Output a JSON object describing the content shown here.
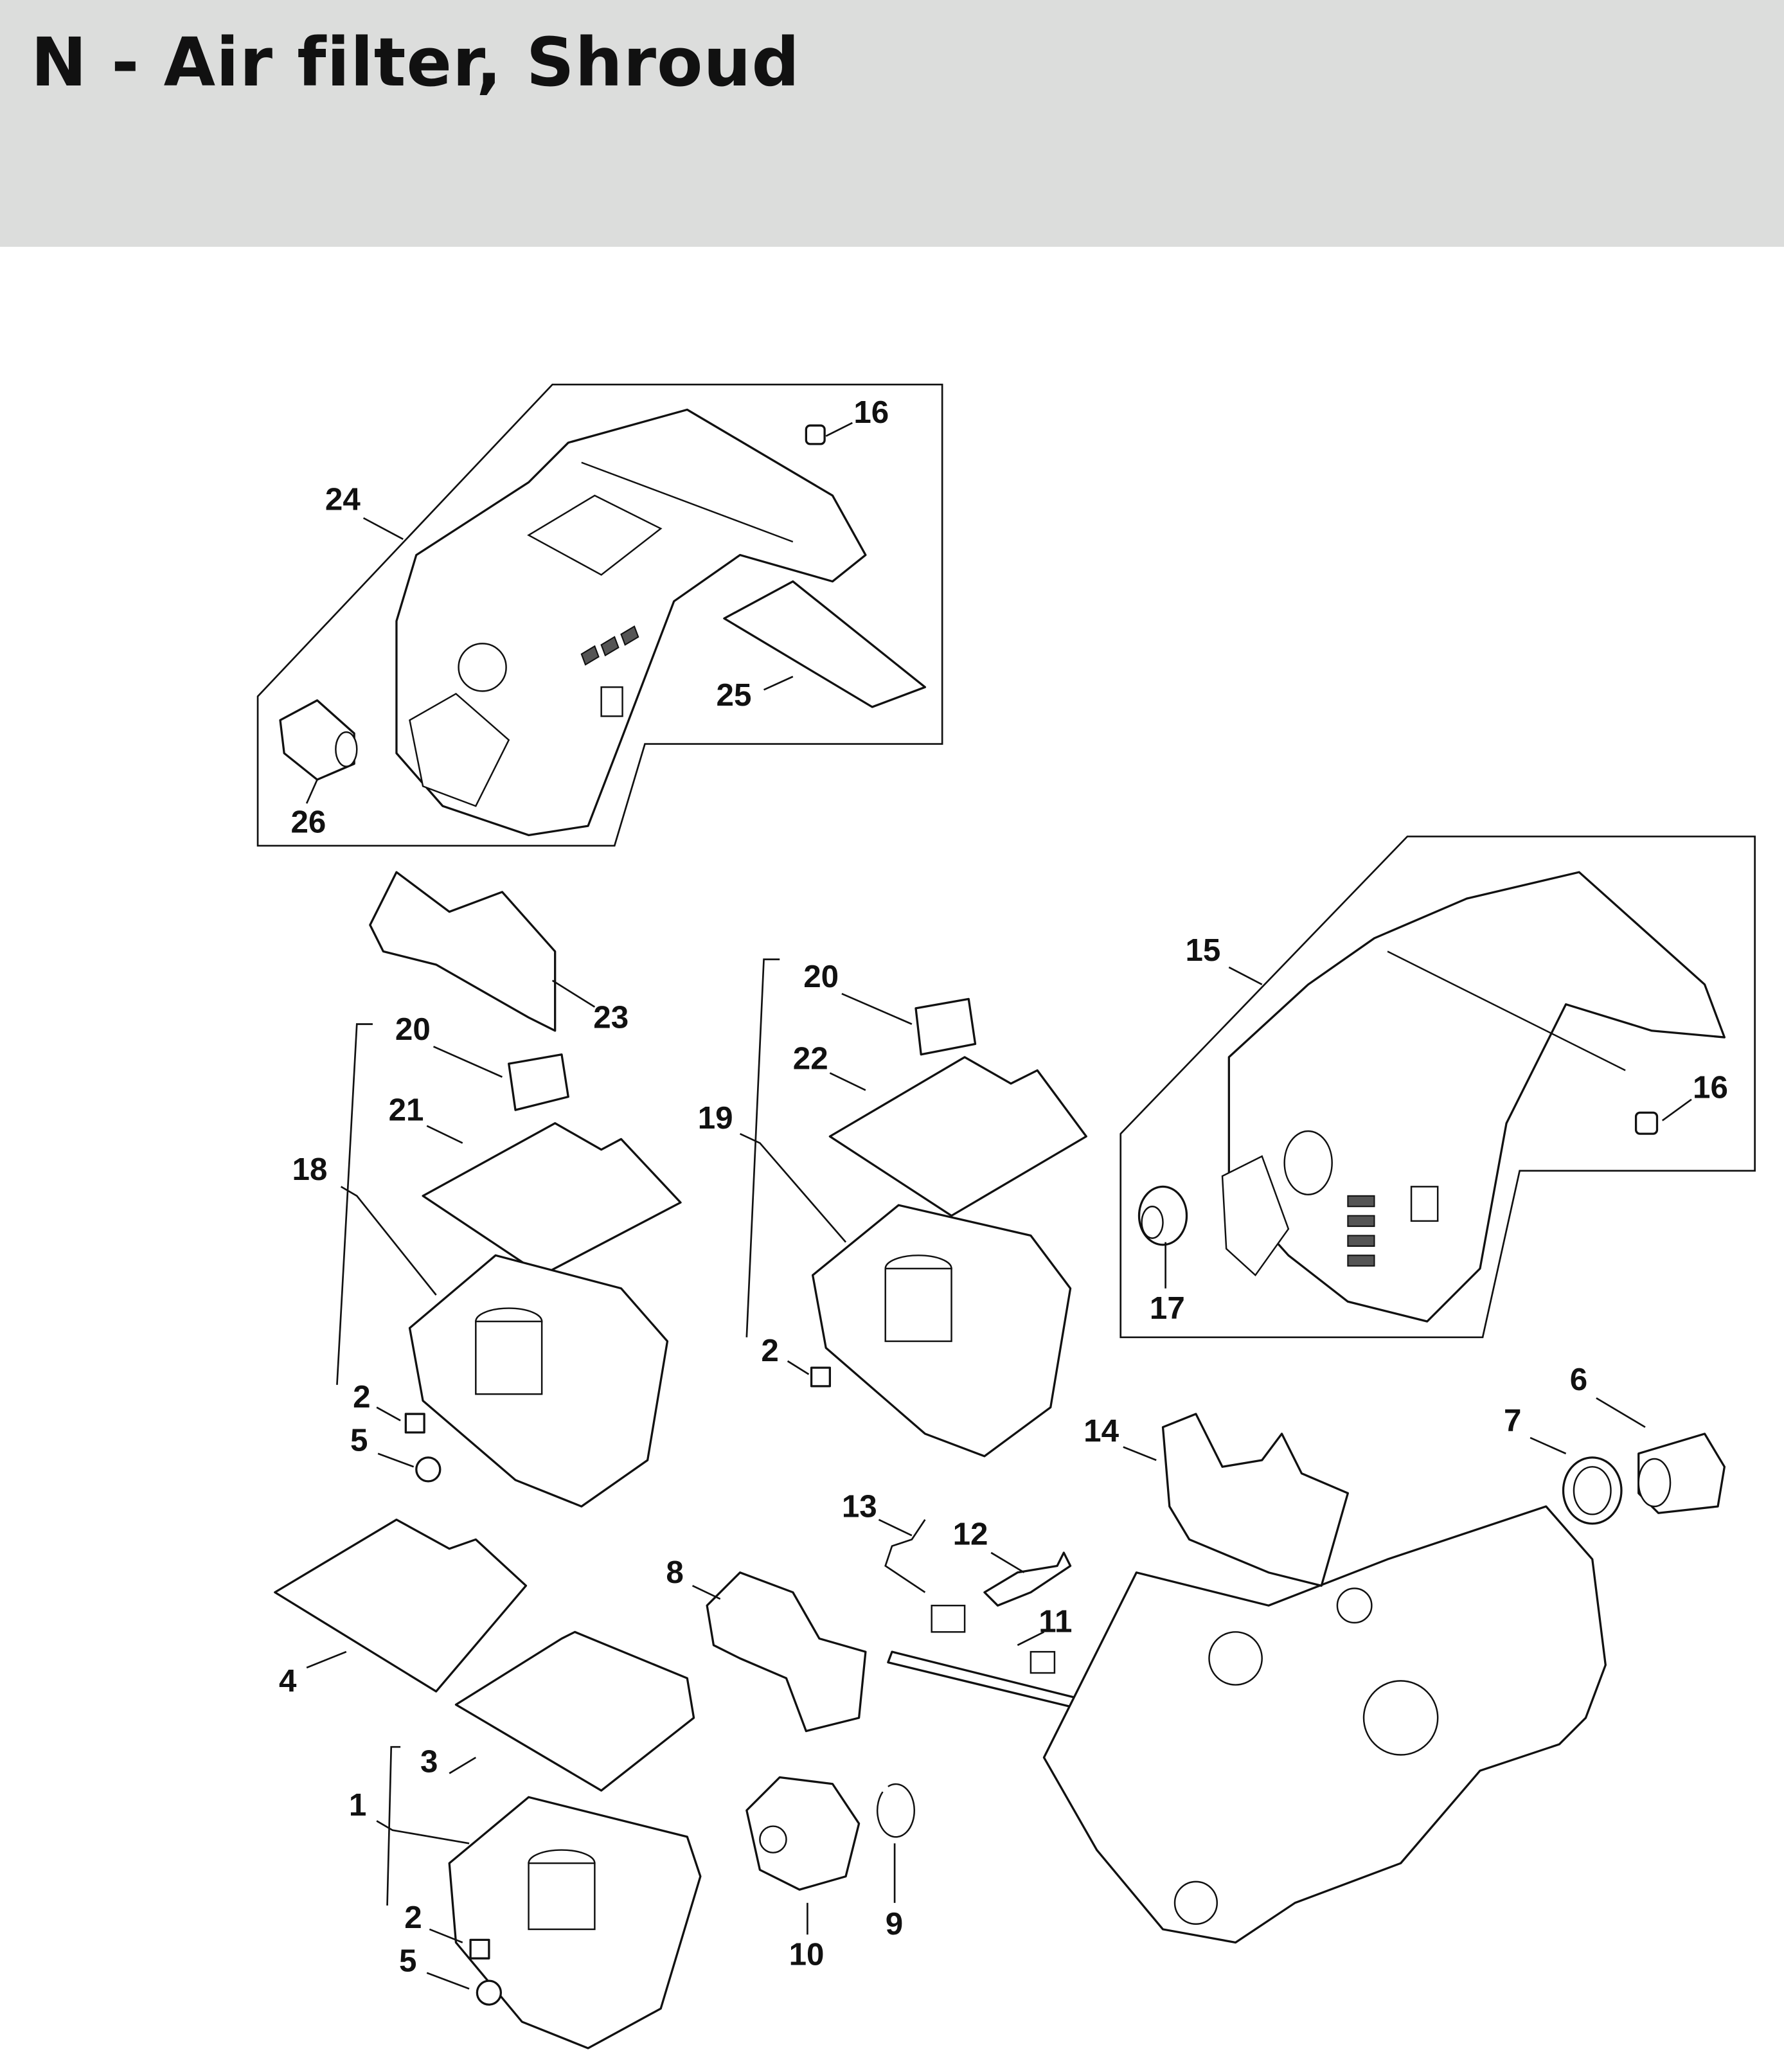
{
  "header": {
    "title": "N - Air filter, Shroud"
  },
  "callouts": {
    "c24": "24",
    "c16a": "16",
    "c25": "25",
    "c26": "26",
    "c15": "15",
    "c16b": "16",
    "c17": "17",
    "c23": "23",
    "c20a": "20",
    "c21": "21",
    "c18": "18",
    "c2a": "2",
    "c5a": "5",
    "c20b": "20",
    "c22": "22",
    "c19": "19",
    "c2b": "2",
    "c6": "6",
    "c7": "7",
    "c14": "14",
    "c13": "13",
    "c12": "12",
    "c8": "8",
    "c11": "11",
    "c4": "4",
    "c3": "3",
    "c1": "1",
    "c2c": "2",
    "c5b": "5",
    "c9": "9",
    "c10": "10"
  }
}
